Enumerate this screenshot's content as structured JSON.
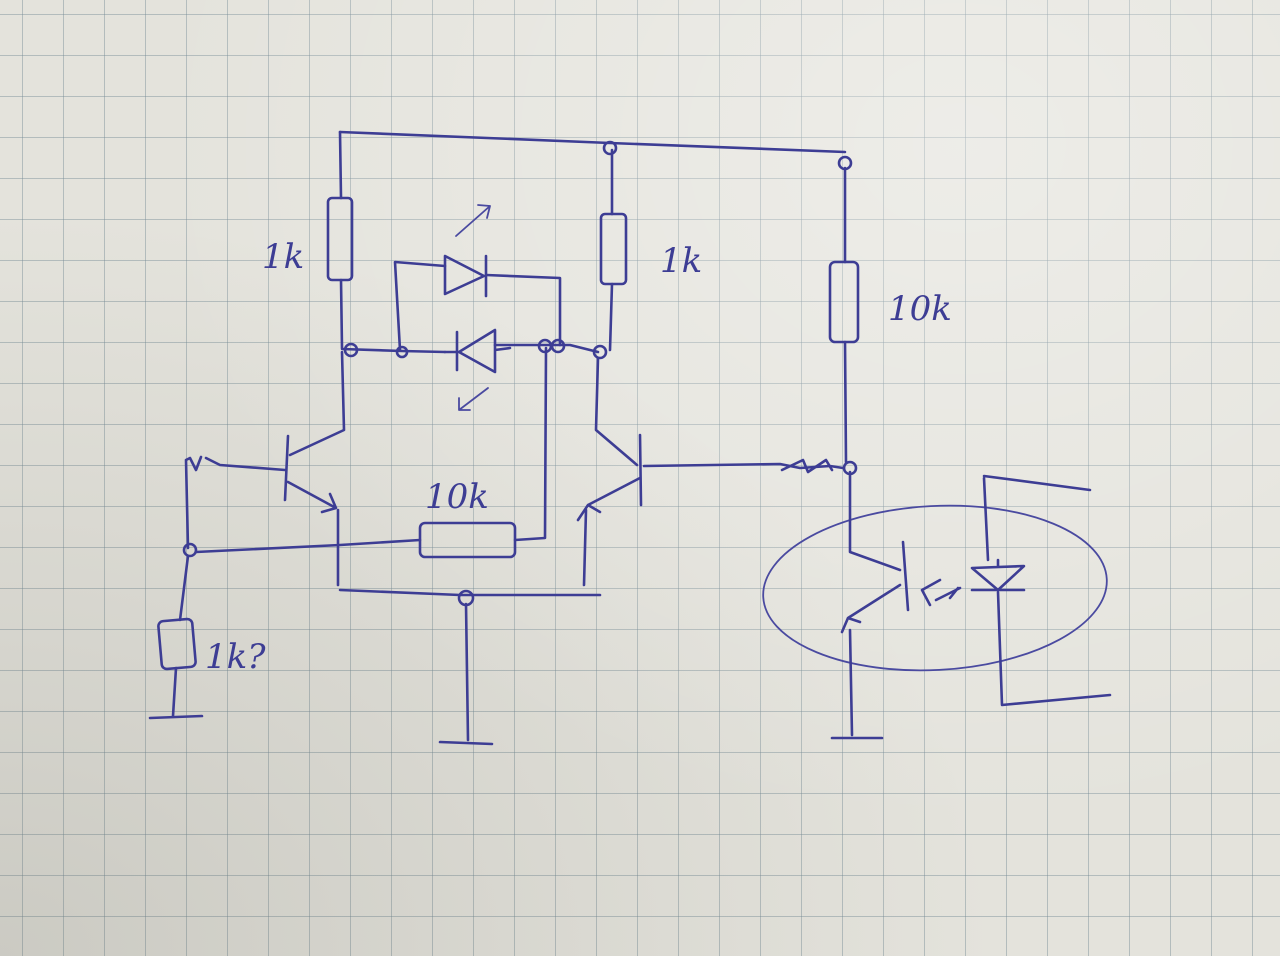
{
  "labels": {
    "r_left": "1k",
    "r_mid": "1k",
    "r_right": "10k",
    "r_base": "10k",
    "r_bottom": "1k?"
  },
  "colors": {
    "ink": "#3d3d94",
    "paper": "#e4e3dc",
    "grid": "#7f96a0"
  }
}
